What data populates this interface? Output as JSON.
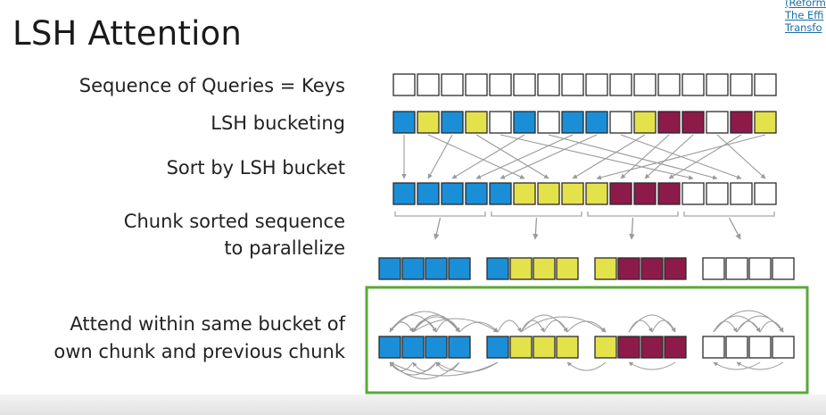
{
  "title": "LSH Attention",
  "reference": [
    "(Reformer:",
    "The Effi",
    "Transfo"
  ],
  "labels": {
    "row1": "Sequence of Queries = Keys",
    "row2": "LSH bucketing",
    "row3": "Sort by LSH bucket",
    "row4a": "Chunk sorted sequence",
    "row4b": "to parallelize",
    "row5a": "Attend within same bucket of",
    "row5b": "own chunk and previous chunk"
  },
  "colors": {
    "blue": "#1a8fd8",
    "yellow": "#e4e24a",
    "maroon": "#8c1b4a",
    "white": "#ffffff",
    "outline": "#2b2b2b",
    "highlight": "#5aaa3a",
    "arrow": "#9a9a9a"
  },
  "sequence_length": 16,
  "buckets": [
    "b",
    "y",
    "b",
    "y",
    "w",
    "b",
    "w",
    "b",
    "b",
    "w",
    "y",
    "m",
    "m",
    "w",
    "m",
    "y"
  ],
  "sorted": [
    "b",
    "b",
    "b",
    "b",
    "b",
    "y",
    "y",
    "y",
    "y",
    "m",
    "m",
    "m",
    "w",
    "w",
    "w",
    "w"
  ],
  "chunks": [
    [
      "b",
      "b",
      "b",
      "b"
    ],
    [
      "b",
      "y",
      "y",
      "y"
    ],
    [
      "y",
      "m",
      "m",
      "m"
    ],
    [
      "w",
      "w",
      "w",
      "w"
    ]
  ]
}
